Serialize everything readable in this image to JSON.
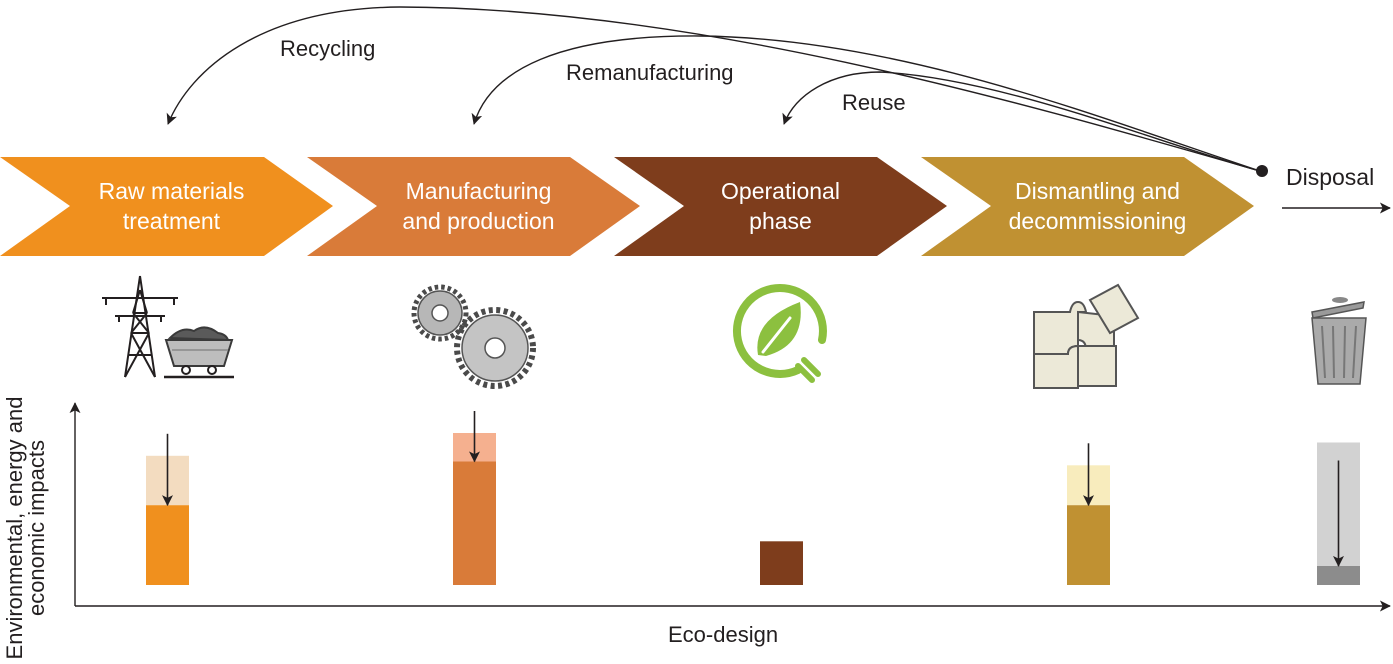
{
  "loops": {
    "recycling": "Recycling",
    "remanufacturing": "Remanufacturing",
    "reuse": "Reuse"
  },
  "stages": [
    {
      "line1": "Raw materials",
      "line2": "treatment",
      "color": "#f0901e",
      "icon": "power-pylon-and-ore-cart-icon"
    },
    {
      "line1": "Manufacturing",
      "line2": "and production",
      "color": "#d97b39",
      "icon": "gears-icon"
    },
    {
      "line1": "Operational",
      "line2": "phase",
      "color": "#7e3d1c",
      "icon": "green-leaf-plug-icon"
    },
    {
      "line1": "Dismantling and",
      "line2": "decommissioning",
      "color": "#c09132",
      "icon": "puzzle-pieces-icon"
    }
  ],
  "disposal": {
    "label": "Disposal",
    "icon": "trash-can-icon"
  },
  "axes": {
    "ylabel_line1": "Environmental, energy and",
    "ylabel_line2": "economic impacts",
    "xlabel": "Eco-design"
  },
  "colors": {
    "raw": "#f0901e",
    "raw_light": "#f3dcc0",
    "mfg": "#d97b39",
    "mfg_light": "#f5b08f",
    "ops": "#7e3d1c",
    "dis": "#c09132",
    "dis_light": "#f8ecbd",
    "disp": "#8c8c8c",
    "disp_light": "#d2d2d2",
    "icon_green": "#8cc03f"
  },
  "impact_bars": [
    {
      "stage": "Raw materials treatment",
      "before": 0.68,
      "after": 0.42
    },
    {
      "stage": "Manufacturing and production",
      "before": 0.8,
      "after": 0.65
    },
    {
      "stage": "Operational phase",
      "before": 0.23,
      "after": 0.23
    },
    {
      "stage": "Dismantling and decommissioning",
      "before": 0.63,
      "after": 0.42
    },
    {
      "stage": "Disposal",
      "before": 0.75,
      "after": 0.1
    }
  ]
}
